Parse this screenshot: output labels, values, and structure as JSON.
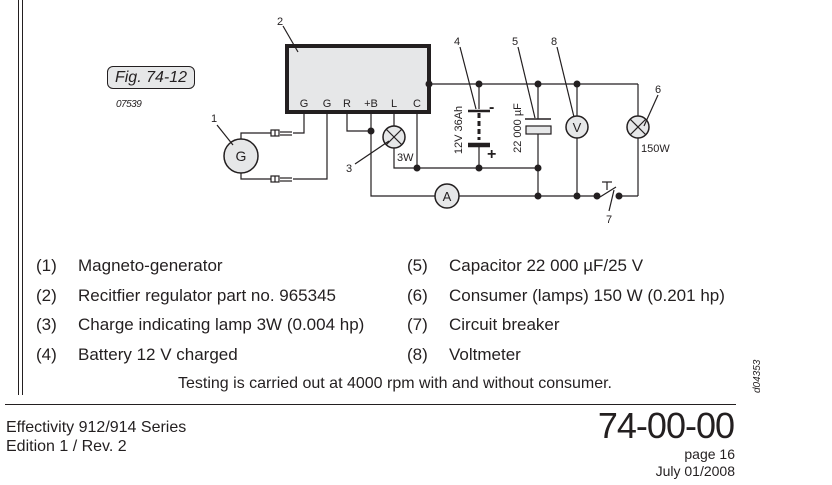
{
  "figure": {
    "label": "Fig. 74-12",
    "code": "07539",
    "side_code": "d04353"
  },
  "diagram": {
    "callouts": [
      "1",
      "2",
      "3",
      "4",
      "5",
      "6",
      "7",
      "8"
    ],
    "regulator_pins": [
      "G",
      "G",
      "R",
      "+B",
      "L",
      "C"
    ],
    "generator_symbol": "G",
    "ammeter_symbol": "A",
    "voltmeter_symbol": "V",
    "lamp3_rating": "3W",
    "lamp6_rating": "150W",
    "battery_label": "12V 36Ah",
    "battery_minus": "-",
    "battery_plus": "+",
    "capacitor_label": "22 000 µF"
  },
  "legend": [
    {
      "num": "(1)",
      "text": "Magneto-generator"
    },
    {
      "num": "(2)",
      "text": "Recitfier regulator part no. 965345"
    },
    {
      "num": "(3)",
      "text": "Charge indicating lamp 3W (0.004 hp)"
    },
    {
      "num": "(4)",
      "text": "Battery 12 V charged"
    },
    {
      "num": "(5)",
      "text": "Capacitor 22 000 µF/25 V"
    },
    {
      "num": "(6)",
      "text": "Consumer (lamps) 150 W (0.201 hp)"
    },
    {
      "num": "(7)",
      "text": "Circuit breaker"
    },
    {
      "num": "(8)",
      "text": "Voltmeter"
    }
  ],
  "note": "Testing is carried out at 4000 rpm with and without consumer.",
  "footer": {
    "effectivity": "Effectivity 912/914 Series",
    "edition": "Edition 1 / Rev. 2",
    "chapter": "74-00-00",
    "page": "page 16",
    "date": "July 01/2008"
  }
}
